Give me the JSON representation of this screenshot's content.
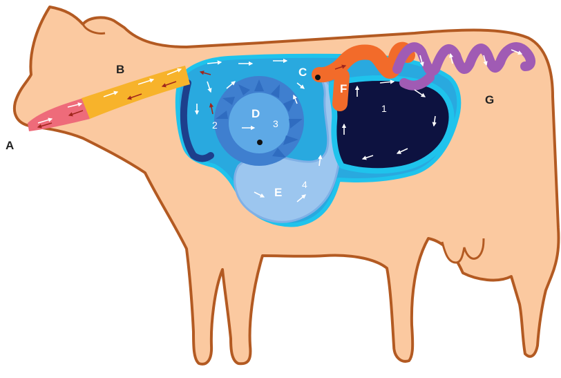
{
  "labels": {
    "a": "A",
    "b": "B",
    "c": "C",
    "d": "D",
    "e": "E",
    "f": "F",
    "g": "G"
  },
  "numbers": {
    "one": "1",
    "two": "2",
    "three": "3",
    "four": "4"
  },
  "colors": {
    "body_fill": "#fbc9a0",
    "body_outline": "#b35a22",
    "mouth": "#ee6b7a",
    "esophagus": "#f7b32b",
    "reticulum": "#29a9df",
    "omasum": "#3f7fcf",
    "abomasum": "#9cc6ef",
    "rumen": "#0d1240",
    "small_intestine": "#f26b2a",
    "large_intestine": "#a05bb4"
  }
}
